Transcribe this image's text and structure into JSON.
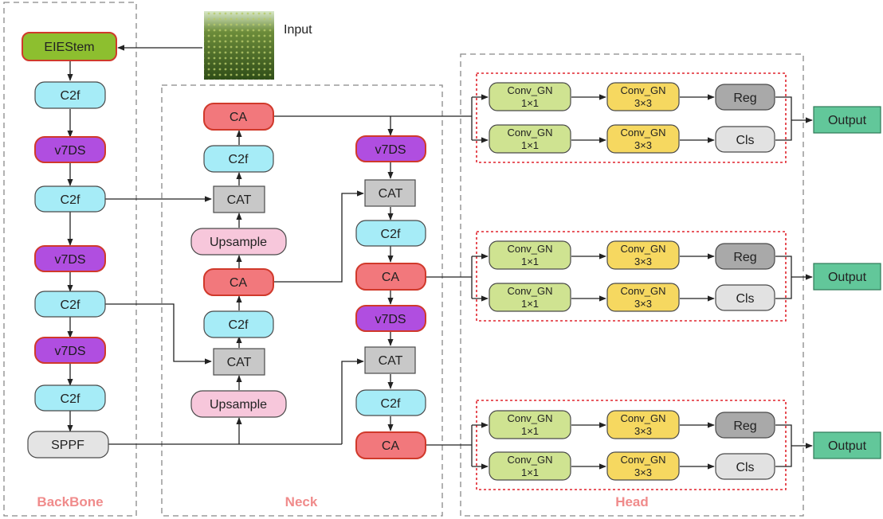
{
  "input": {
    "label": "Input"
  },
  "sections": {
    "backbone": "BackBone",
    "neck": "Neck",
    "head": "Head"
  },
  "backbone": {
    "stem": "EIEStem",
    "c2f_1": "C2f",
    "v7ds_1": "v7DS",
    "c2f_2": "C2f",
    "v7ds_2": "v7DS",
    "c2f_3": "C2f",
    "v7ds_3": "v7DS",
    "c2f_4": "C2f",
    "sppf": "SPPF"
  },
  "neck": {
    "left": {
      "ca_top": "CA",
      "c2f_top": "C2f",
      "cat_top": "CAT",
      "upsample_top": "Upsample",
      "ca_mid": "CA",
      "c2f_mid": "C2f",
      "cat_bottom": "CAT",
      "upsample_bottom": "Upsample"
    },
    "right": {
      "v7ds_top": "v7DS",
      "cat_top": "CAT",
      "c2f_top": "C2f",
      "ca_mid": "CA",
      "v7ds_mid": "v7DS",
      "cat_bottom": "CAT",
      "c2f_bottom": "C2f",
      "ca_bottom": "CA"
    }
  },
  "head": {
    "conv_name": "Conv_GN",
    "conv1": "1×1",
    "conv3": "3×3",
    "reg": "Reg",
    "cls": "Cls",
    "output": "Output"
  },
  "colors": {
    "stem": "#8dbf2f",
    "c2f": "#a6ecf7",
    "v7ds": "#b04ee0",
    "ca": "#f2787c",
    "cat": "#c8c8c8",
    "upsample": "#f7c7db",
    "sppf": "#e4e4e4",
    "conv1": "#cfe391",
    "conv3": "#f6d860",
    "reg": "#a9a9a9",
    "cls": "#e2e2e2",
    "output": "#62c79a",
    "section_label": "#f08b8b",
    "red_dash": "#e0242d"
  }
}
